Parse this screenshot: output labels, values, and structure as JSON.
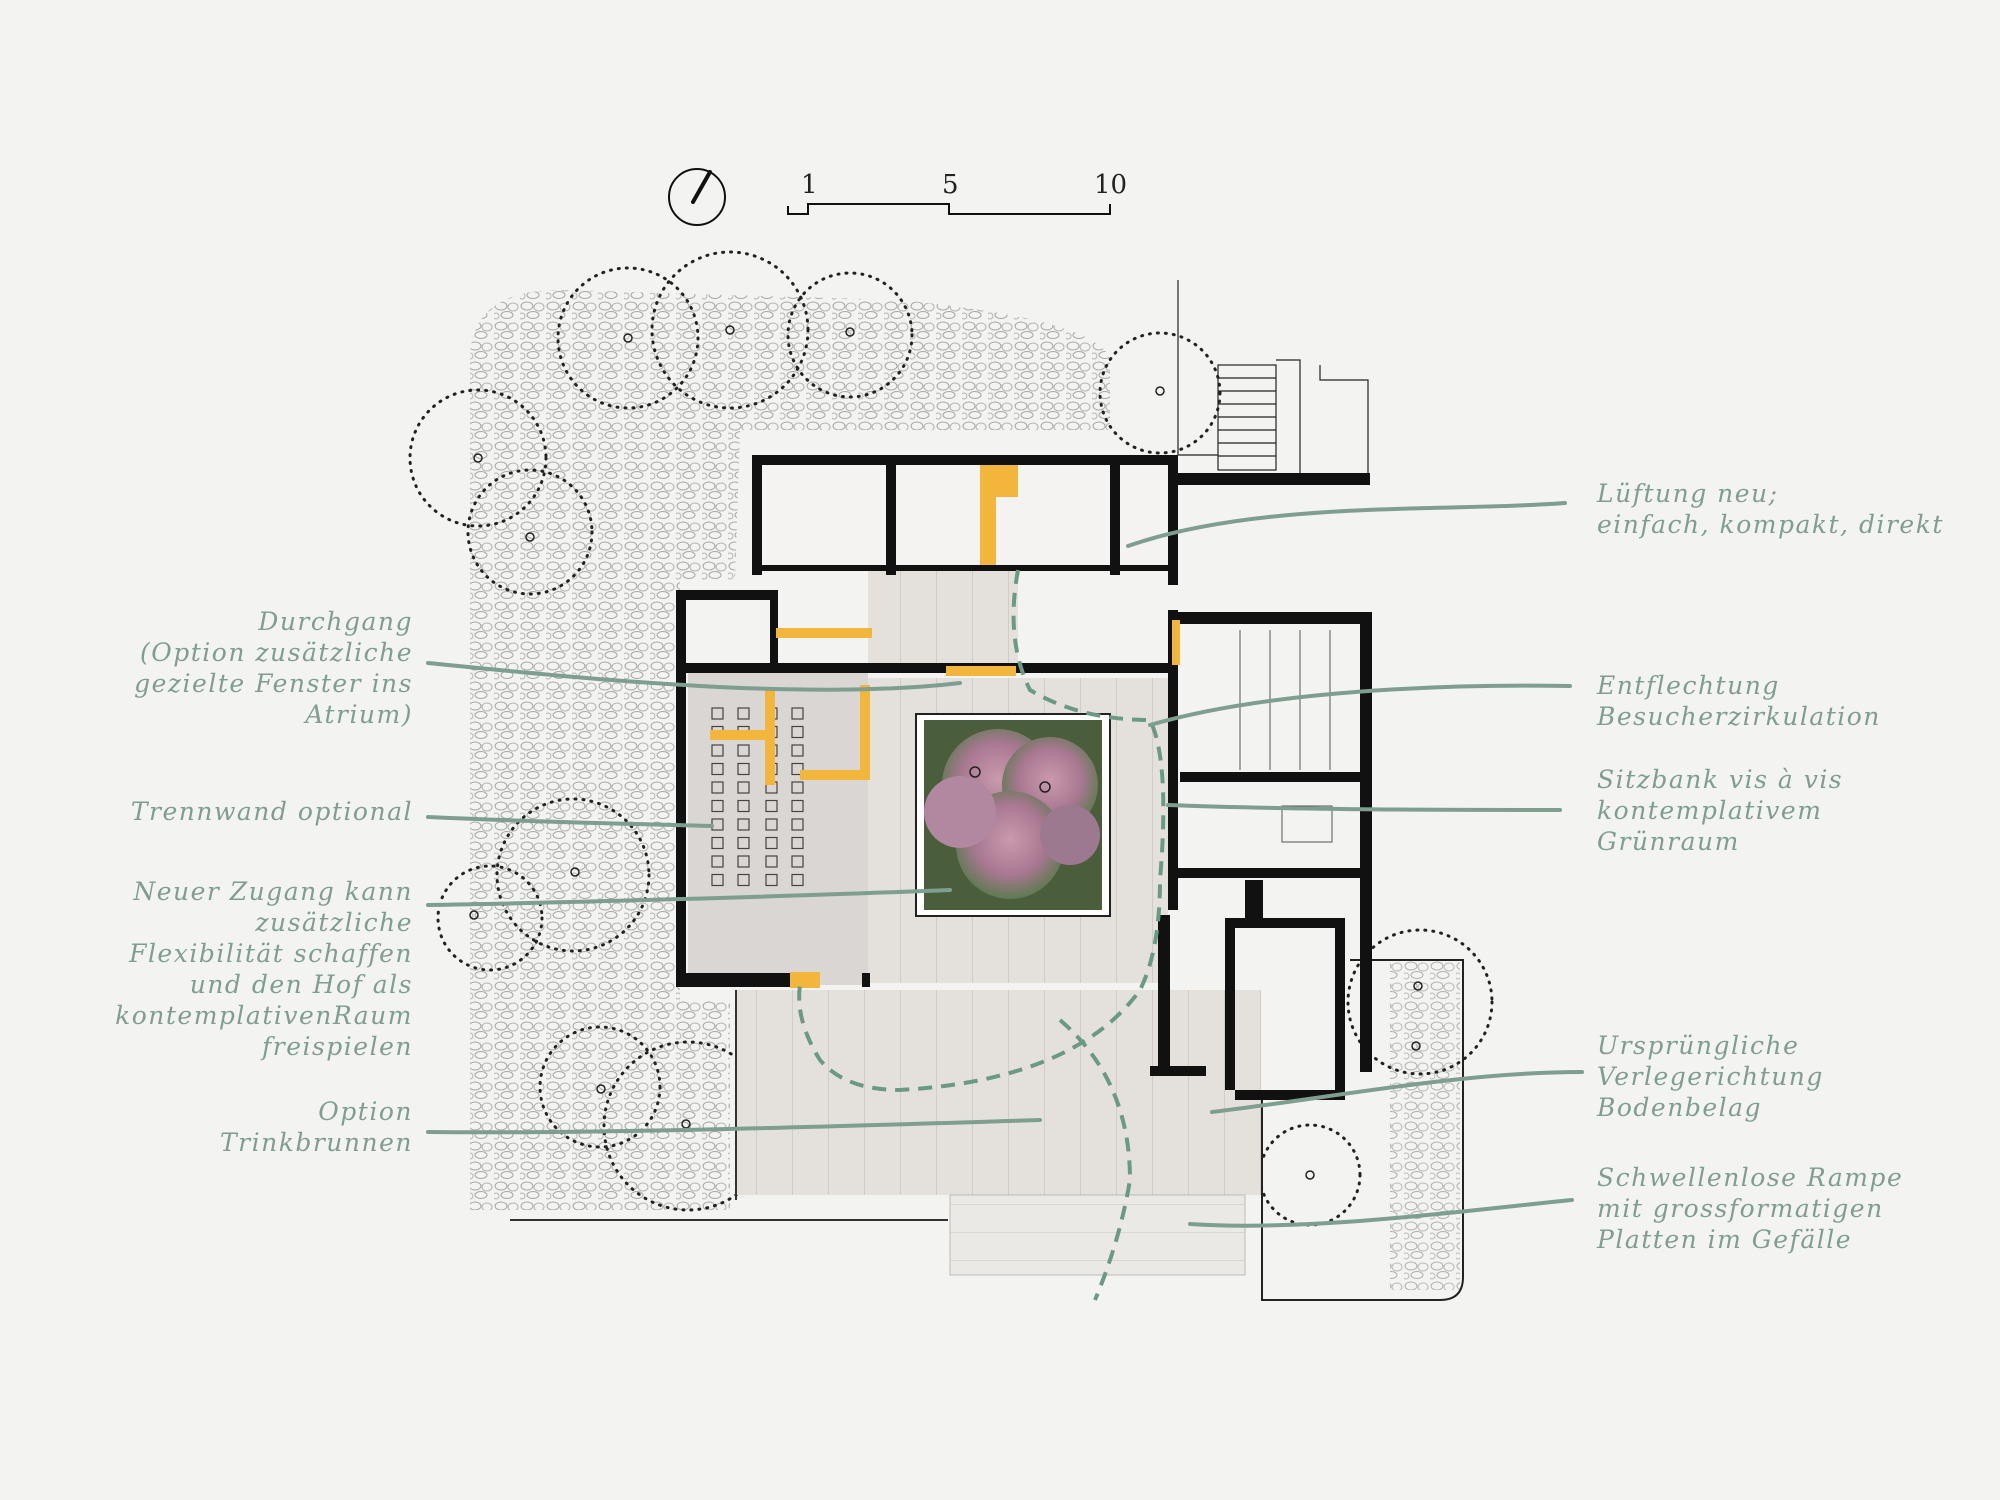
{
  "scale_bar": {
    "ticks": [
      "1",
      "5",
      "10"
    ]
  },
  "north_arrow_icon": "north-arrow-icon",
  "colors": {
    "annotation": "#7e9e90",
    "walls": "#111111",
    "new_elements": "#f2b63c",
    "paving": "#d9d6d1",
    "background": "#f3f3f1"
  },
  "annotations": {
    "right": [
      {
        "lines": [
          "Lüftung neu;",
          "einfach, kompakt, direkt"
        ]
      },
      {
        "lines": [
          "Entflechtung",
          "Besucherzirkulation"
        ]
      },
      {
        "lines": [
          "Sitzbank vis à vis",
          "kontemplativem",
          "Grünraum"
        ]
      },
      {
        "lines": [
          "Ursprüngliche",
          "Verlegerichtung",
          "Bodenbelag"
        ]
      },
      {
        "lines": [
          "Schwellenlose Rampe",
          "mit grossformatigen",
          "Platten im Gefälle"
        ]
      }
    ],
    "left": [
      {
        "lines": [
          "Durchgang",
          "(Option zusätzliche",
          "gezielte Fenster ins",
          "Atrium)"
        ]
      },
      {
        "lines": [
          "Trennwand optional"
        ]
      },
      {
        "lines": [
          "Neuer Zugang kann",
          "zusätzliche",
          "Flexibilität schaffen",
          "und den Hof als",
          "kontemplativenRaum",
          "freispielen"
        ]
      },
      {
        "lines": [
          "Option",
          "Trinkbrunnen"
        ]
      }
    ]
  }
}
